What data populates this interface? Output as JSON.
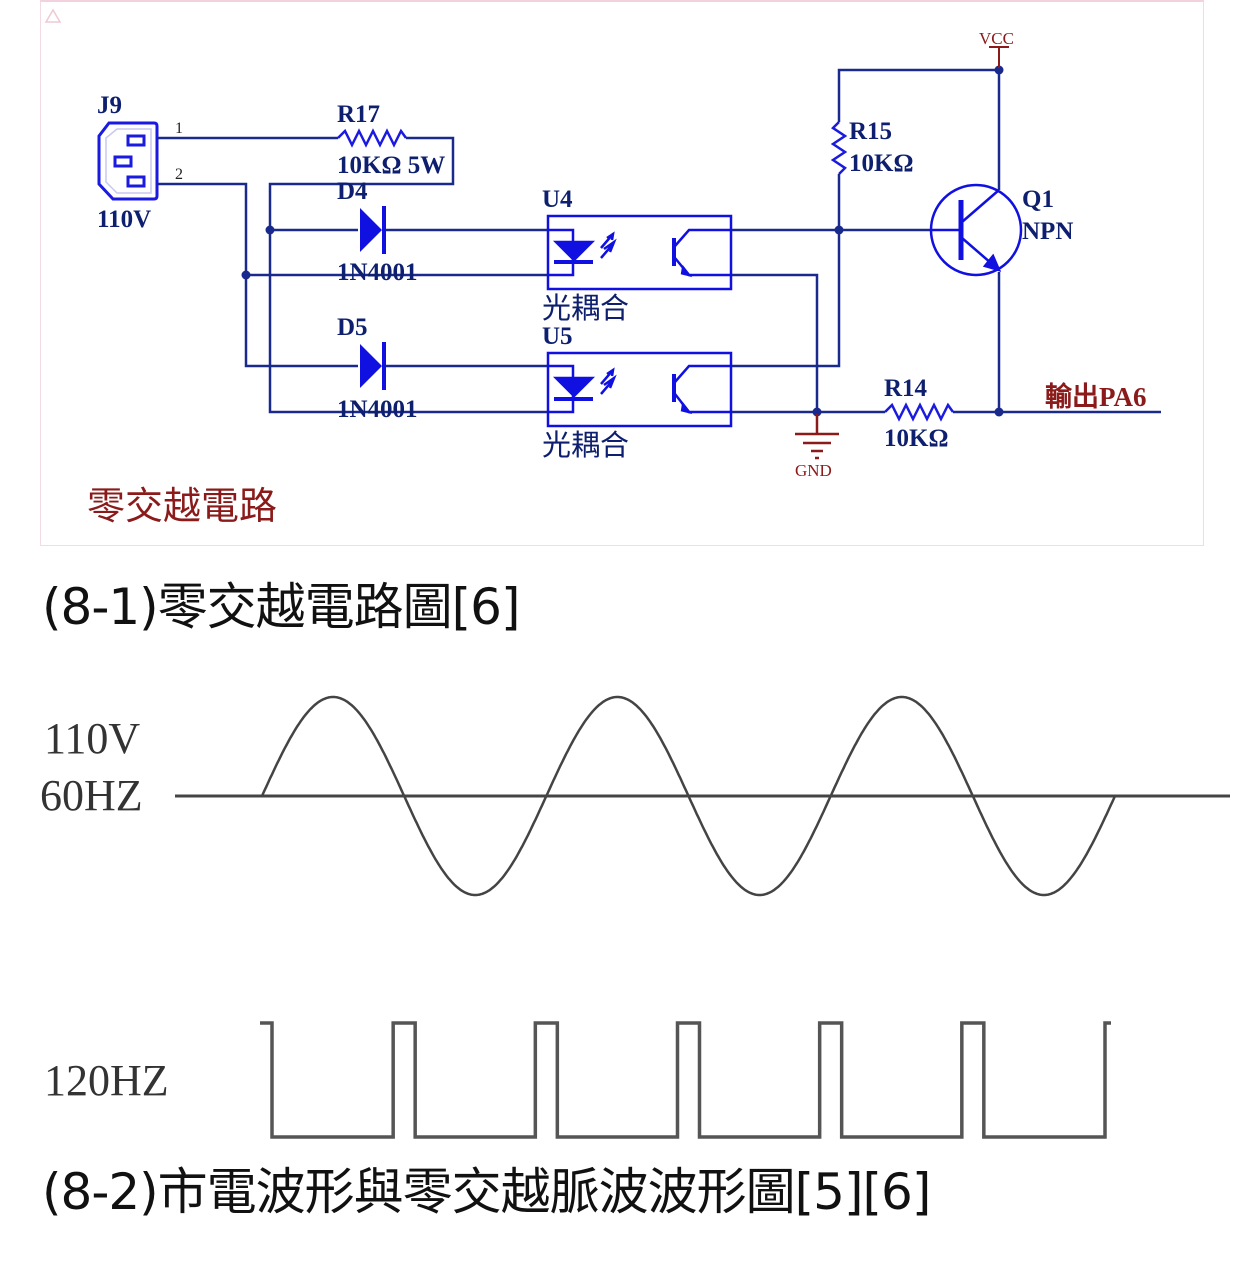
{
  "schematic": {
    "title": "零交越電路",
    "connector": {
      "ref": "J9",
      "value": "110V",
      "pin1": "1",
      "pin2": "2"
    },
    "r17": {
      "ref": "R17",
      "value": "10KΩ 5W"
    },
    "d4": {
      "ref": "D4",
      "value": "1N4001"
    },
    "d5": {
      "ref": "D5",
      "value": "1N4001"
    },
    "u4": {
      "ref": "U4",
      "value": "光耦合"
    },
    "u5": {
      "ref": "U5",
      "value": "光耦合"
    },
    "r15": {
      "ref": "R15",
      "value": "10KΩ"
    },
    "r14": {
      "ref": "R14",
      "value": "10KΩ"
    },
    "q1": {
      "ref": "Q1",
      "value": "NPN"
    },
    "vcc": "VCC",
    "gnd": "GND",
    "output": "輸出PA6",
    "colors": {
      "wire": "#1a2a8c",
      "component": "#1010e0",
      "power": "#8b1a1a",
      "title": "#8b1a1a"
    }
  },
  "caption1": "(8-1)零交越電路圖[6]",
  "waveforms": {
    "sine": {
      "label_line1": "110V",
      "label_line2": "60HZ",
      "cycles": 3
    },
    "pulse": {
      "label": "120HZ",
      "pulses": 6
    }
  },
  "caption2": "(8-2)市電波形與零交越脈波波形圖[5][6]"
}
